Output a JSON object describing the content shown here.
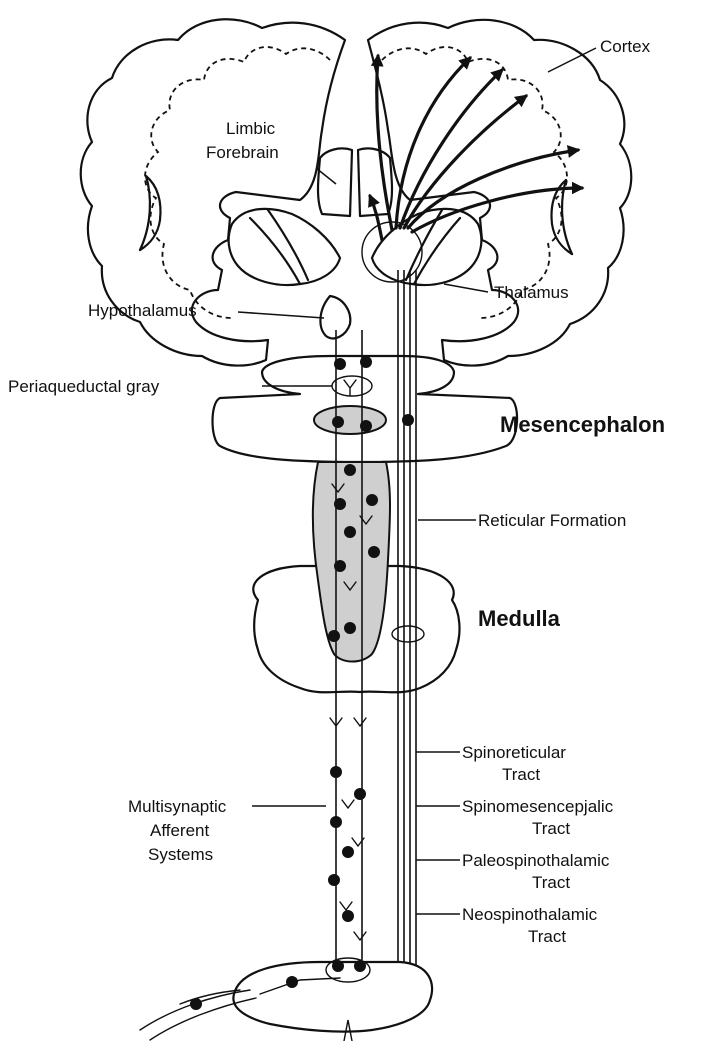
{
  "labels": {
    "cortex": "Cortex",
    "limbic_line1": "Limbic",
    "limbic_line2": "Forebrain",
    "thalamus": "Thalamus",
    "hypothalamus": "Hypothalamus",
    "periaqueductal_gray": "Periaqueductal gray",
    "mesencephalon": "Mesencephalon",
    "reticular_formation": "Reticular Formation",
    "medulla": "Medulla",
    "spinoreticular_line1": "Spinoreticular",
    "spinoreticular_line2": "Tract",
    "spinomesencephalic_line1": "Spinomesencepjalic",
    "spinomesencephalic_line2": "Tract",
    "paleospinothalamic_line1": "Paleospinothalamic",
    "paleospinothalamic_line2": "Tract",
    "neospinothalamic_line1": "Neospinothalamic",
    "neospinothalamic_line2": "Tract",
    "multisynaptic_line1": "Multisynaptic",
    "multisynaptic_line2": "Afferent",
    "multisynaptic_line3": "Systems"
  }
}
